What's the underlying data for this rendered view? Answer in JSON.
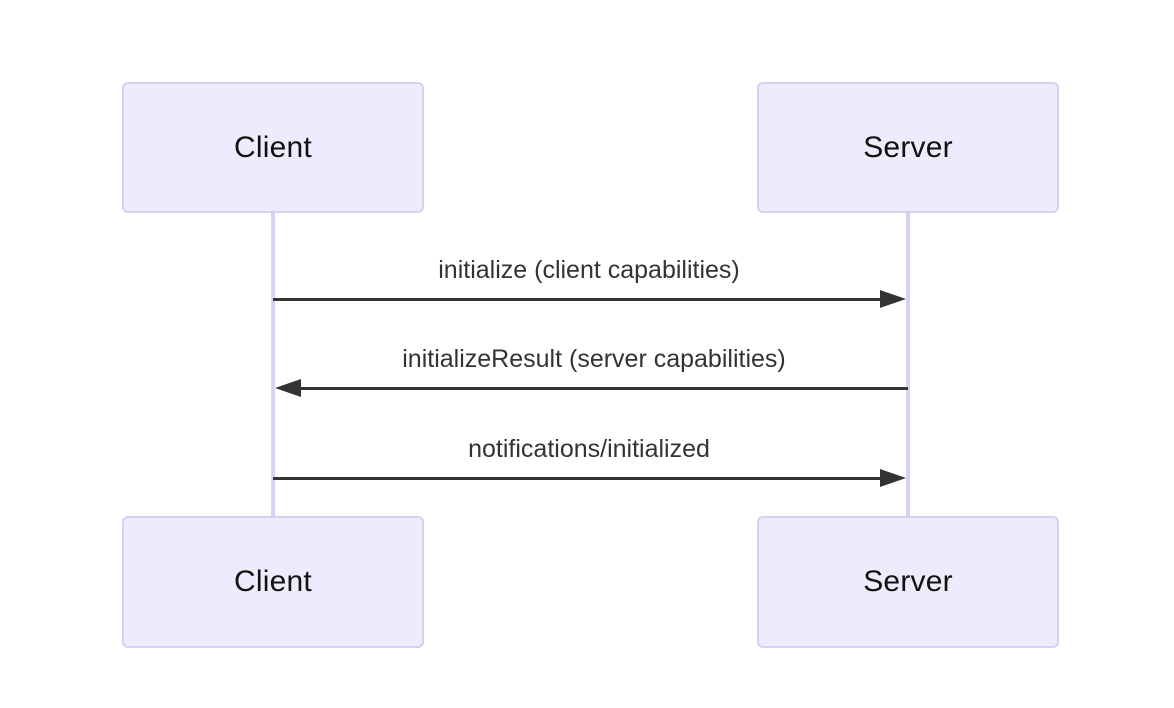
{
  "diagram": {
    "type": "sequence",
    "background_color": "#ffffff",
    "participants": [
      {
        "id": "client",
        "label": "Client"
      },
      {
        "id": "server",
        "label": "Server"
      }
    ],
    "participant_boxes": {
      "client_top": "Client",
      "server_top": "Server",
      "client_bottom": "Client",
      "server_bottom": "Server"
    },
    "messages": [
      {
        "id": "initialize",
        "label": "initialize (client capabilities)",
        "from": "client",
        "to": "server",
        "direction": "right",
        "line_style": "solid",
        "arrow_style": "filled-triangle"
      },
      {
        "id": "initialize-result",
        "label": "initializeResult (server capabilities)",
        "from": "server",
        "to": "client",
        "direction": "left",
        "line_style": "solid",
        "arrow_style": "filled-triangle"
      },
      {
        "id": "notifications-initialized",
        "label": "notifications/initialized",
        "from": "client",
        "to": "server",
        "direction": "right",
        "line_style": "solid",
        "arrow_style": "filled-triangle"
      }
    ],
    "colors": {
      "box_fill": "#ececfc",
      "box_border": "#d5d1f2",
      "lifeline": "#d9d2f5",
      "arrow": "#333333",
      "participant_text": "#121212",
      "message_text": "#333333"
    }
  }
}
